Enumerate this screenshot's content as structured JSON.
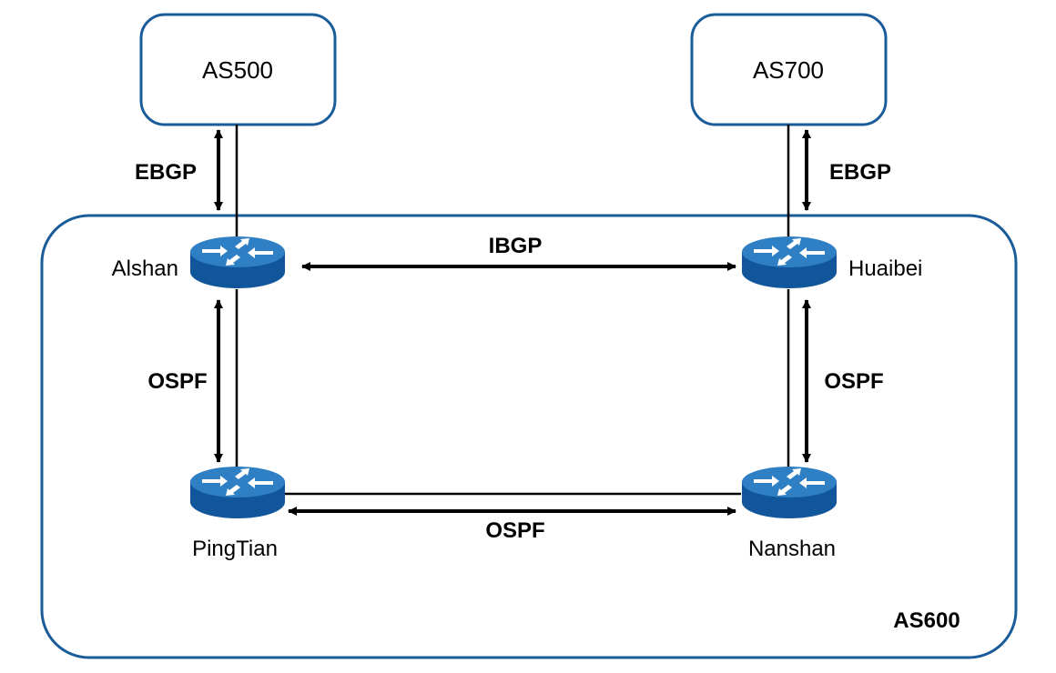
{
  "external_as": [
    {
      "id": "as500",
      "label": "AS500"
    },
    {
      "id": "as700",
      "label": "AS700"
    }
  ],
  "internal_as": {
    "label": "AS600"
  },
  "routers": [
    {
      "id": "alshan",
      "label": "Alshan"
    },
    {
      "id": "huaibei",
      "label": "Huaibei"
    },
    {
      "id": "pingtian",
      "label": "PingTian"
    },
    {
      "id": "nanshan",
      "label": "Nanshan"
    }
  ],
  "links": {
    "as500_alshan": "EBGP",
    "as700_huaibei": "EBGP",
    "alshan_huaibei": "IBGP",
    "alshan_pingtian": "OSPF",
    "huaibei_nanshan": "OSPF",
    "pingtian_nanshan": "OSPF"
  },
  "colors": {
    "box_border": "#1a5c99",
    "router_body": "#1565a8",
    "router_top": "#2f7fc4",
    "arrow": "#000000"
  }
}
